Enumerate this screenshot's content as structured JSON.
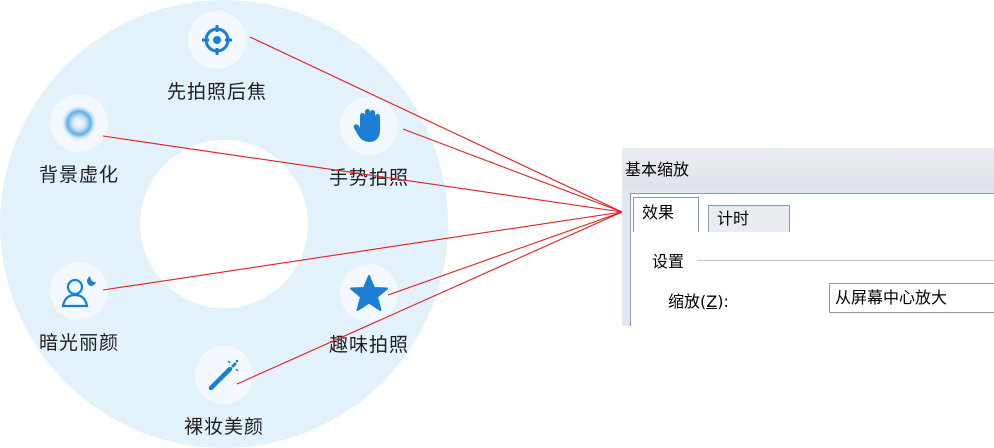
{
  "features": {
    "focus_after_shoot": "先拍照后焦",
    "background_blur": "背景虚化",
    "gesture_shoot": "手势拍照",
    "dark_light_beauty": "暗光丽颜",
    "fun_shoot": "趣味拍照",
    "makeup_free_beauty": "裸妆美颜"
  },
  "icons": {
    "focus_after_shoot": "crosshair-icon",
    "background_blur": "blur-icon",
    "gesture_shoot": "hand-icon",
    "dark_light_beauty": "person-moon-icon",
    "fun_shoot": "star-icon",
    "makeup_free_beauty": "magic-wand-icon"
  },
  "colors": {
    "ring": "#e3f1fb",
    "icon": "#1a7fd4",
    "connector": "#e02020"
  },
  "dialog": {
    "title": "基本缩放",
    "tabs": [
      "效果",
      "计时"
    ],
    "group_label": "设置",
    "zoom_label_prefix": "缩放(",
    "zoom_label_key": "Z",
    "zoom_label_suffix": "):",
    "zoom_value": "从屏幕中心放大"
  }
}
